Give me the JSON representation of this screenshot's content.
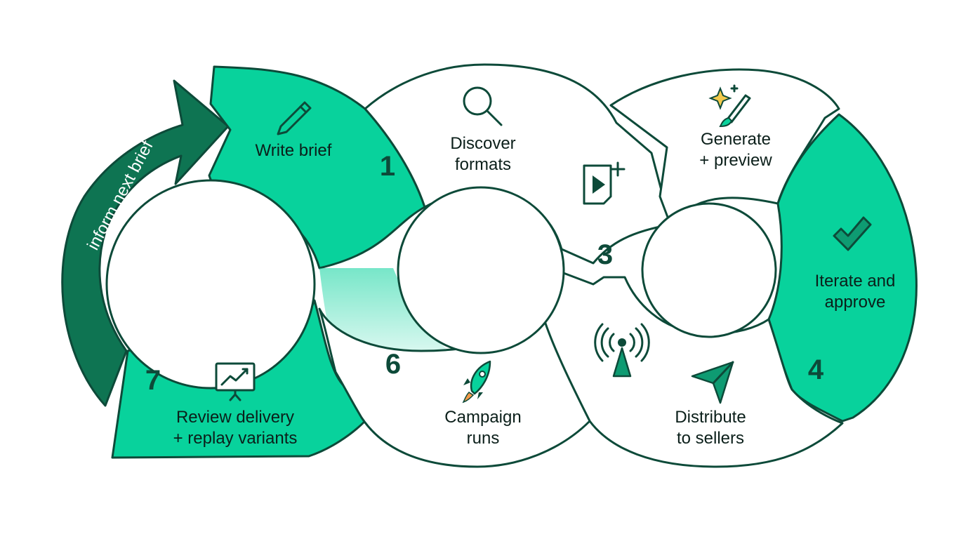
{
  "steps": [
    {
      "number": "1",
      "label_lines": [
        "Write brief"
      ],
      "icon": "pencil-icon"
    },
    {
      "number": "",
      "label_lines": [
        "Discover",
        "formats"
      ],
      "icon": "search-icon"
    },
    {
      "number": "3",
      "label_lines": [
        "Generate",
        "+ preview"
      ],
      "icon": "magic-brush-icon"
    },
    {
      "number": "4",
      "label_lines": [
        "Iterate and",
        "approve"
      ],
      "icon": "checkmark-icon"
    },
    {
      "number": "",
      "label_lines": [
        "Distribute",
        "to sellers"
      ],
      "icon": "send-icon"
    },
    {
      "number": "6",
      "label_lines": [
        "Campaign",
        "runs"
      ],
      "icon": "rocket-icon"
    },
    {
      "number": "7",
      "label_lines": [
        "Review delivery",
        "+ replay variants"
      ],
      "icon": "chart-board-icon"
    }
  ],
  "extra_icons": [
    "play-video-icon",
    "broadcast-tower-icon"
  ],
  "loop_arrow": {
    "label": "inform next brief"
  },
  "colors": {
    "accent": "#08d29c",
    "dark": "#0d4a39",
    "arrow": "#0e7452"
  }
}
